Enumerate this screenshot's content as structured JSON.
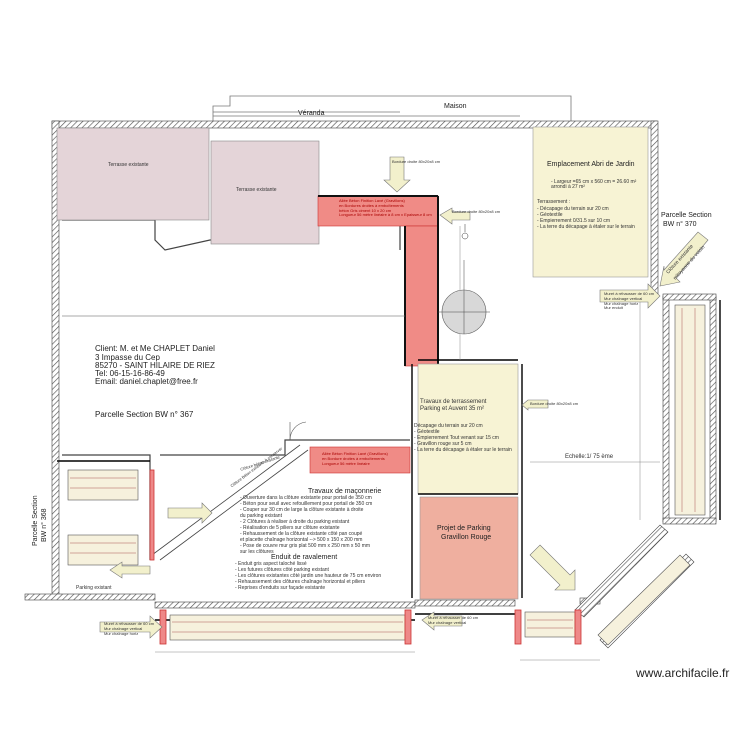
{
  "labels": {
    "veranda": "Véranda",
    "maison": "Maison",
    "terrasse_1": "Terrasse existante",
    "terrasse_2": "Terrasse existante",
    "abri_title": "Emplacement Abri de Jardin",
    "abri_dims_1": "- Largeur =65 cm x 560 cm = 26.60 m²",
    "abri_dims_2": "arrondi à 27 m²",
    "terrassement_title": "Terrassement :",
    "terrassement_items": [
      "- Décapage du terrain sur 20 cm",
      "- Géotextile",
      "- Empierrement 0/31.5 sur 10 cm",
      "- La terre du décapage à étaler sur le terrain"
    ],
    "parcelle_370_1": "Parcelle Section",
    "parcelle_370_2": "BW n° 370",
    "cloture_diag": "Clôture existante",
    "cloture_diag_2": "mitoyenne du voisin",
    "client_1": "Client: M. et Me CHAPLET Daniel",
    "client_2": "3 Impasse du Cep",
    "client_3": "85270 - SAINT HILAIRE DE RIEZ",
    "client_4": "Tel: 06-15-16-86-49",
    "client_5": "Email: daniel.chaplet@free.fr",
    "parcelle_367": "Parcelle Section BW n° 367",
    "travaux_title": "Travaux de terrassement",
    "travaux_sub": "Parking et Auvent 35 m²",
    "travaux_items": [
      "Décapage du terrain sur 20 cm",
      "- Géotextile",
      "- Empierrement Tout venant sur 15 cm",
      "- Gravillon rouge sur 5 cm",
      "- La terre du décapage à étaler sur le terrain"
    ],
    "echelle": "Echelle:1/ 75 ème",
    "maconnerie_title": "Travaux de maçonnerie",
    "maconnerie_items": [
      "- Ouverture dans la clôture existante pour portail de 350 cm",
      "- Béton pour seuil avec refouillement pour portail de 350 cm",
      "- Couper sur 30 cm de large la clôture existante à droite",
      "  du parking existant",
      "- 2 Clôtures à réaliser à droite du parking existant",
      "- Réalisation de 5 piliers sur clôture existante",
      "- Rehaussement de la clôture existante côté pan coupé",
      "  et placette chaînage horizontal --> 500 x 150 x 200 mm",
      "- Pose de couvre mur gris plat 500 mm x 250 mm x 50 mm",
      "  sur les clôtures"
    ],
    "enduit_title": "Enduit de ravalement",
    "enduit_items": [
      "- Enduit gris aspect taloché lissé",
      "- Les futures clôtures côté parking existant",
      "- Les clôtures existantes côté jardin une hauteur de 75 cm environ",
      "- Rehaussement des clôtures chaînage horizontal et piliers",
      "- Reprises d'enduits sur façade existante"
    ],
    "parking_title_1": "Projet de Parking",
    "parking_title_2": "Gravillon Rouge",
    "parking_existant": "Parking existant",
    "parcelle_368_1": "Parcelle Section",
    "parcelle_368_2": "BW n° 368",
    "cloture_line": "Clôture Béton existante à conserver",
    "cloture_line_2": "Clôture béton existante",
    "note_red_top": [
      "Allée Béton Finition Lavé (Gravillons)",
      "en Bordures droites à emboîtements",
      "béton Gris ciment 10 x 20 cm",
      "Longueur 56 mètre linéaire à 8 cm x Epaisseur 8 cm"
    ],
    "note_red_mid": [
      "Allée Béton Finition Lavé (Gravillons)",
      "en Bordure droites à emboîtements",
      "Longueur 56 mètre linéaire"
    ],
    "bordure_1": "Bordure droite 80x20x8 cm",
    "bordure_2": "Bordure droite 80x20x8 cm",
    "bordure_3": "Bordure droite 80x20x8 cm",
    "mur_notes": [
      "Muret à réhausser de 60 cm",
      "Mur chaînage vertical",
      "Mur chaînage horiz",
      "Mur enduit"
    ],
    "website": "www.archifacile.fr"
  },
  "colors": {
    "terrasse": "#e4d4d8",
    "abri": "#f7f3d4",
    "travaux": "#f7f3d4",
    "parking": "#efaf9f",
    "red_path": "#f08b86",
    "wall": "#5a5a5a",
    "arrow_fill": "#f2f0cc"
  }
}
